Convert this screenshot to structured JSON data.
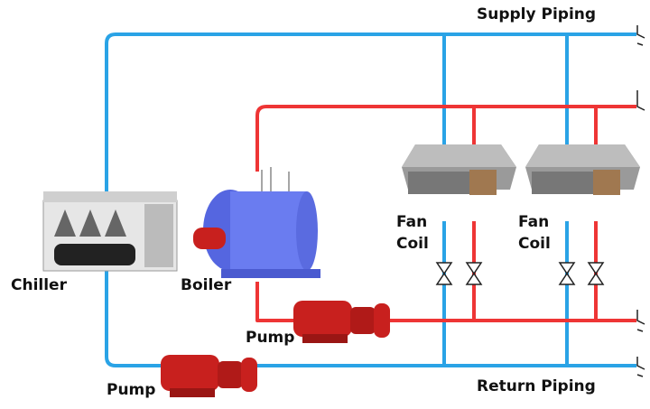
{
  "labels": {
    "supply": "Supply Piping",
    "return": "Return Piping",
    "chiller": "Chiller",
    "boiler": "Boiler",
    "pump_hot": "Pump",
    "pump_cold": "Pump",
    "fan_coil_1": [
      "Fan",
      "Coil"
    ],
    "fan_coil_2": [
      "Fan",
      "Coil"
    ]
  },
  "colors": {
    "chilled_water": "#2aa3e6",
    "hot_water": "#ee3535",
    "pump": "#c8201e",
    "boiler": "#6a7cf0",
    "chiller": "#d9d9d9"
  }
}
